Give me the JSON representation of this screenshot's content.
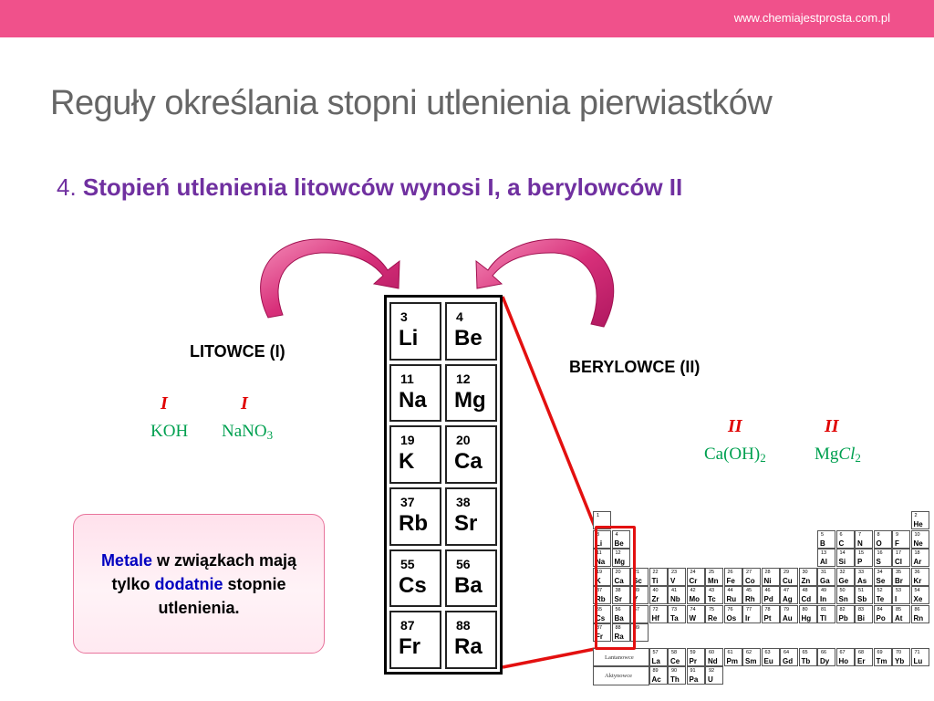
{
  "header": {
    "url": "www.chemiajestprosta.com.pl",
    "accent": "#f0518b"
  },
  "slide": {
    "title": "Reguły określania stopni utlenienia pierwiastków",
    "rule_number": "4.",
    "rule_text": "Stopień utlenienia litowców wynosi I, a berylowców II"
  },
  "litowce": {
    "label": "LITOWCE (I)",
    "examples": [
      {
        "ox": "I",
        "formula_parts": [
          "KOH"
        ]
      },
      {
        "ox": "I",
        "formula_parts": [
          "NaNO",
          "3"
        ]
      }
    ]
  },
  "berylowce": {
    "label": "BERYLOWCE (II)",
    "examples": [
      {
        "ox": "II",
        "formula_parts": [
          "Ca(OH)",
          "2"
        ]
      },
      {
        "ox": "II",
        "formula_parts": [
          "Mg",
          "Cl",
          "2"
        ]
      }
    ]
  },
  "info_box": {
    "word1": "Metale",
    "text1": " w związkach mają tylko ",
    "word2": "dodatnie",
    "text2": " stopnie utlenienia",
    "end": "."
  },
  "strip": [
    {
      "z": "3",
      "sym": "Li"
    },
    {
      "z": "4",
      "sym": "Be"
    },
    {
      "z": "11",
      "sym": "Na"
    },
    {
      "z": "12",
      "sym": "Mg"
    },
    {
      "z": "19",
      "sym": "K"
    },
    {
      "z": "20",
      "sym": "Ca"
    },
    {
      "z": "37",
      "sym": "Rb"
    },
    {
      "z": "38",
      "sym": "Sr"
    },
    {
      "z": "55",
      "sym": "Cs"
    },
    {
      "z": "56",
      "sym": "Ba"
    },
    {
      "z": "87",
      "sym": "Fr"
    },
    {
      "z": "88",
      "sym": "Ra"
    }
  ],
  "periodic_table": {
    "lanthanides_label": "Lantanowce",
    "actinides_label": "Aktynowce",
    "lanthanides": [
      [
        "57",
        "La"
      ],
      [
        "58",
        "Ce"
      ],
      [
        "59",
        "Pr"
      ],
      [
        "60",
        "Nd"
      ],
      [
        "61",
        "Pm"
      ],
      [
        "62",
        "Sm"
      ],
      [
        "63",
        "Eu"
      ],
      [
        "64",
        "Gd"
      ],
      [
        "65",
        "Tb"
      ],
      [
        "66",
        "Dy"
      ],
      [
        "67",
        "Ho"
      ],
      [
        "68",
        "Er"
      ],
      [
        "69",
        "Tm"
      ],
      [
        "70",
        "Yb"
      ],
      [
        "71",
        "Lu"
      ]
    ],
    "actinides": [
      [
        "89",
        "Ac"
      ],
      [
        "90",
        "Th"
      ],
      [
        "91",
        "Pa"
      ],
      [
        "92",
        "U"
      ]
    ]
  }
}
